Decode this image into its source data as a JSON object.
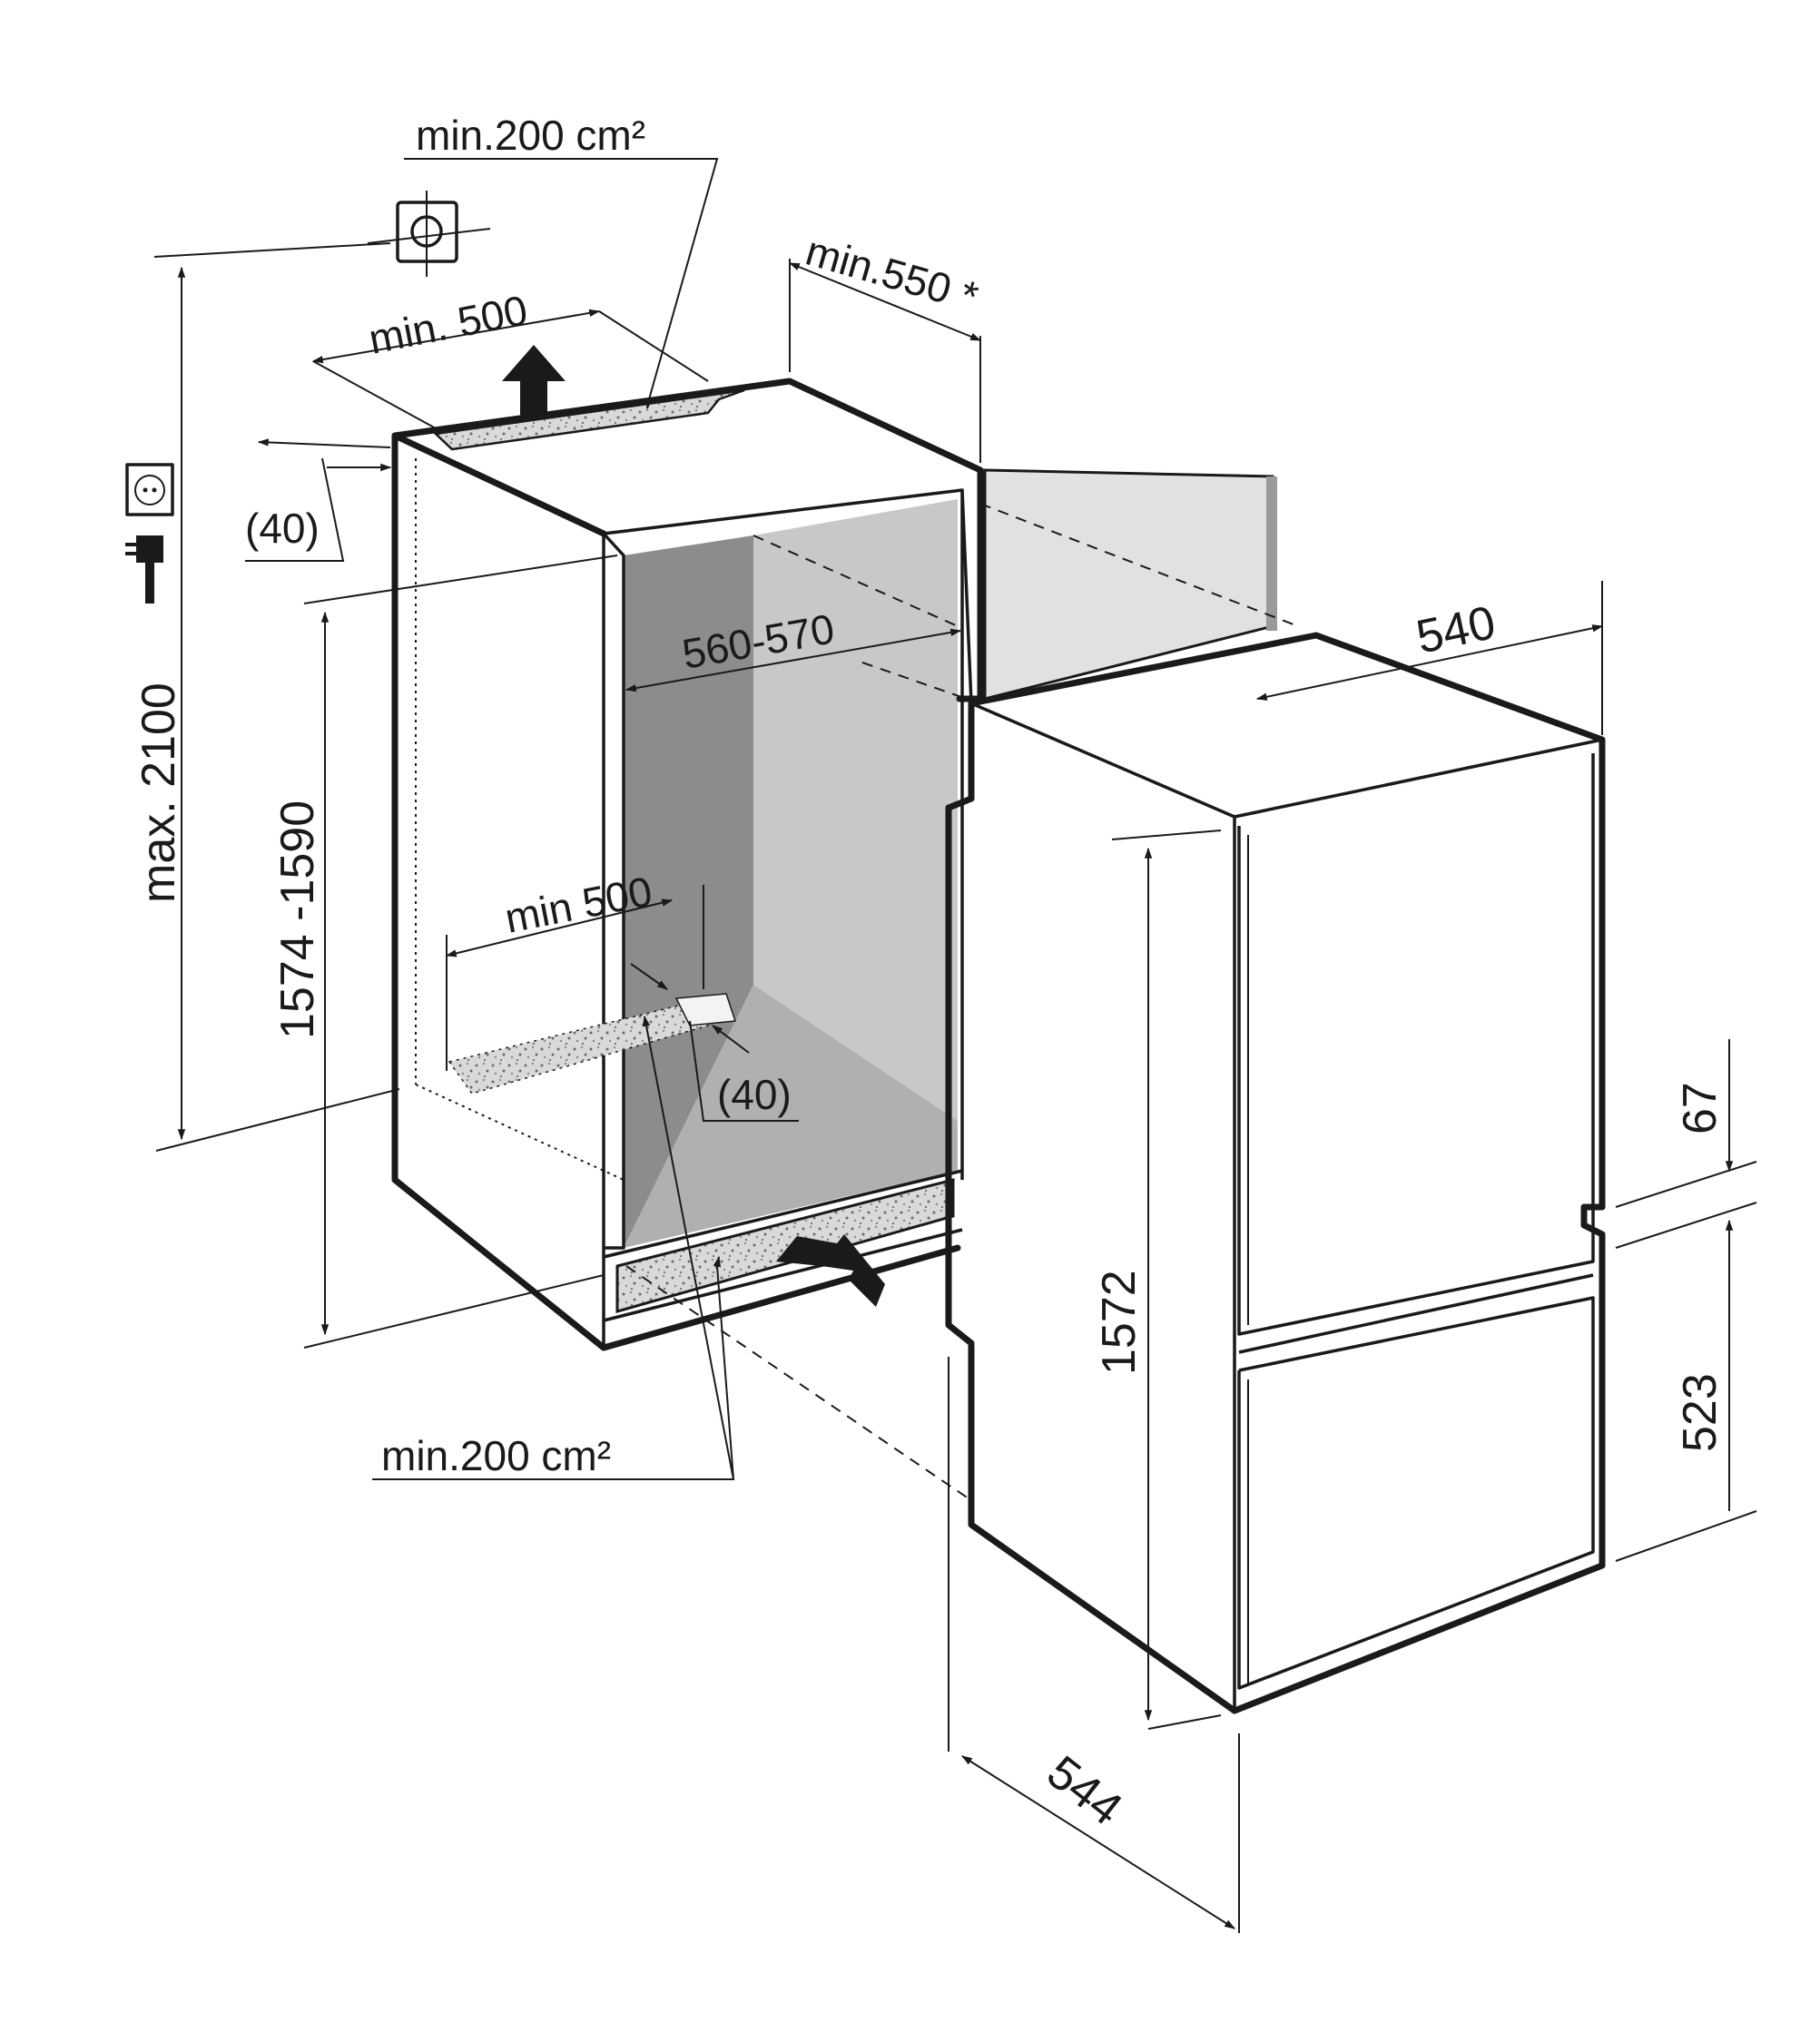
{
  "labels": {
    "vent_top_area": "min.200 cm²",
    "depth_min": "min.550 *",
    "top_opening": "min. 500",
    "top_gap": "(40)",
    "max_height": "max. 2100",
    "niche_width": "560-570",
    "niche_height": "1574 -1590",
    "bottom_opening": "min 500",
    "bottom_gap": "(40)",
    "vent_bottom_area": "min.200 cm²",
    "appliance_width": "540",
    "appliance_height": "1572",
    "appliance_depth": "544",
    "door_gap": "67",
    "lower_door": "523"
  },
  "icons": [
    "target-icon",
    "socket-icon",
    "plug-icon"
  ]
}
